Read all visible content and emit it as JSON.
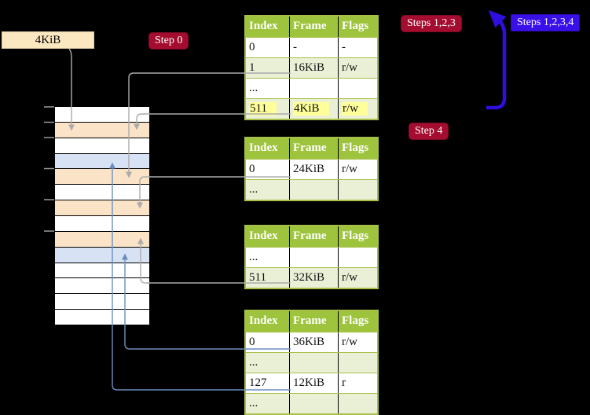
{
  "labels": {
    "page_size": "4KiB",
    "step0": "Step 0",
    "steps123": "Steps 1,2,3",
    "steps1234": "Steps 1,2,3,4",
    "step4": "Step 4"
  },
  "colors": {
    "header_green": "#9dc43c",
    "table_border_green": "#a9bf4a",
    "row_tint": "#eaf0d6",
    "highlight_yellow": "#ffff99",
    "stack_peach": "#fbe3c8",
    "stack_blue": "#d7e3f5",
    "badge_crimson": "#a50d30",
    "badge_blue": "#3a10e8",
    "connector_gray": "#ababab",
    "connector_blue": "#6c8ebf",
    "big_arrow_blue": "#2f0fe0"
  },
  "tables": [
    {
      "name": "page-table-level-1",
      "columns": [
        "Index",
        "Frame",
        "Flags"
      ],
      "rows": [
        {
          "cells": [
            "0",
            "-",
            "-"
          ],
          "tinted": false,
          "highlight": false,
          "underline": null
        },
        {
          "cells": [
            "1",
            "16KiB",
            "r/w"
          ],
          "tinted": true,
          "highlight": false,
          "underline": "gray"
        },
        {
          "cells": [
            "...",
            "",
            ""
          ],
          "tinted": false,
          "highlight": false,
          "underline": null
        },
        {
          "cells": [
            "511",
            "4KiB",
            "r/w"
          ],
          "tinted": true,
          "highlight": true,
          "underline": "gray"
        }
      ]
    },
    {
      "name": "page-table-level-2",
      "columns": [
        "Index",
        "Frame",
        "Flags"
      ],
      "rows": [
        {
          "cells": [
            "0",
            "24KiB",
            "r/w"
          ],
          "tinted": false,
          "highlight": false,
          "underline": "gray"
        },
        {
          "cells": [
            "...",
            "",
            ""
          ],
          "tinted": true,
          "highlight": false,
          "underline": null
        }
      ]
    },
    {
      "name": "page-table-level-3",
      "columns": [
        "Index",
        "Frame",
        "Flags"
      ],
      "rows": [
        {
          "cells": [
            "...",
            "",
            ""
          ],
          "tinted": false,
          "highlight": false,
          "underline": null
        },
        {
          "cells": [
            "511",
            "32KiB",
            "r/w"
          ],
          "tinted": true,
          "highlight": false,
          "underline": "gray"
        }
      ]
    },
    {
      "name": "page-table-level-4",
      "columns": [
        "Index",
        "Frame",
        "Flags"
      ],
      "rows": [
        {
          "cells": [
            "0",
            "36KiB",
            "r/w"
          ],
          "tinted": false,
          "highlight": false,
          "underline": "blue"
        },
        {
          "cells": [
            "...",
            "",
            ""
          ],
          "tinted": true,
          "highlight": false,
          "underline": null
        },
        {
          "cells": [
            "127",
            "12KiB",
            "r"
          ],
          "tinted": false,
          "highlight": false,
          "underline": "blue"
        },
        {
          "cells": [
            "...",
            "",
            ""
          ],
          "tinted": true,
          "highlight": false,
          "underline": null
        }
      ]
    }
  ],
  "memory_stack": {
    "rows": [
      "white",
      "peach",
      "white",
      "blue",
      "peach",
      "white",
      "peach",
      "white",
      "peach",
      "blue",
      "white",
      "white",
      "white",
      "white"
    ]
  }
}
